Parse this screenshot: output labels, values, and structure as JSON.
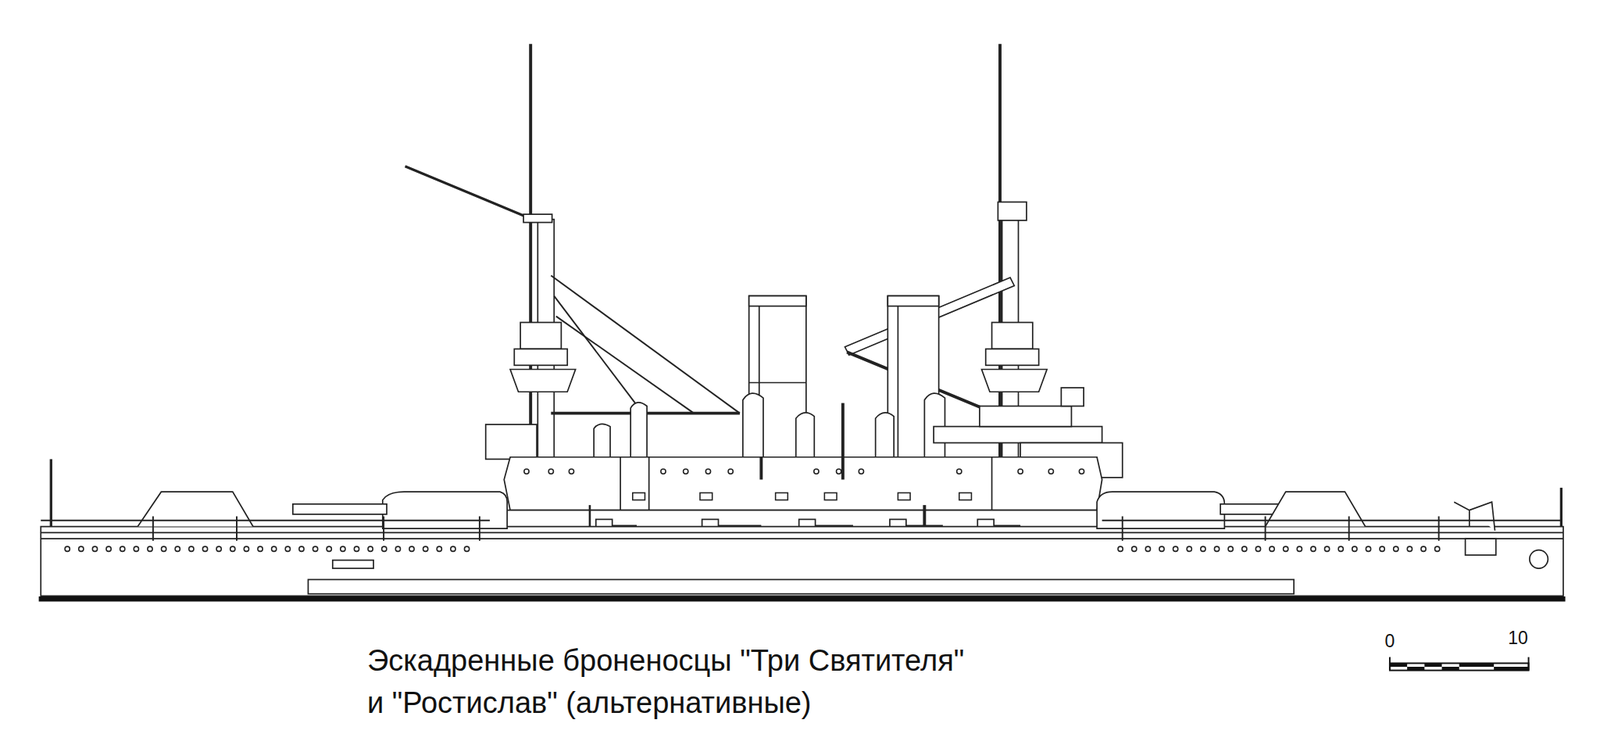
{
  "diagram": {
    "caption": "Эскадренные броненосцы \"Три Святителя\" и \"Ростислав\" (альтернативные)",
    "labels": [
      "0",
      "10"
    ]
  }
}
